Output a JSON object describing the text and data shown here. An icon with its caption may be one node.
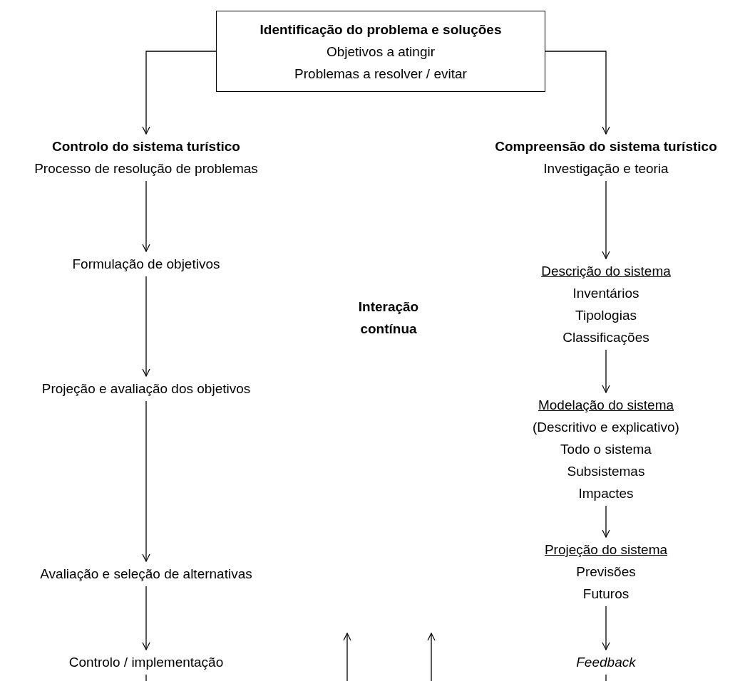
{
  "diagram": {
    "nodes": [
      {
        "text": [
          "Identificação do problema e soluções",
          "Objetivos a atingir",
          "Problemas a resolver / evitar"
        ]
      },
      {
        "text": [
          "Controlo do sistema turístico",
          "Processo de resolução de problemas"
        ]
      },
      {
        "text": [
          "Compreensão do sistema turístico",
          "Investigação e teoria"
        ]
      },
      {
        "text": [
          "Formulação de objetivos"
        ]
      },
      {
        "text": [
          "Descrição do sistema",
          "Inventários",
          "Tipologias",
          "Classificações"
        ]
      },
      {
        "text": [
          "Interação contínua"
        ]
      },
      {
        "text": [
          "Projeção e avaliação dos objetivos"
        ]
      },
      {
        "text": [
          "Modelação do sistema",
          "(Descritivo e explicativo)",
          "Todo o sistema",
          "Subsistemas",
          "Impactes"
        ]
      },
      {
        "text": [
          "Avaliação e seleção de alternativas"
        ]
      },
      {
        "text": [
          "Projeção do sistema",
          "Previsões",
          "Futuros"
        ]
      },
      {
        "text": [
          "Controlo / implementação"
        ]
      },
      {
        "text": [
          "Feedback"
        ]
      }
    ],
    "edges": [
      {
        "from": 0,
        "to": 1,
        "arrow": "to"
      },
      {
        "from": 0,
        "to": 2,
        "arrow": "to"
      },
      {
        "from": 1,
        "to": 3,
        "arrow": "to"
      },
      {
        "from": 3,
        "to": 6,
        "arrow": "to"
      },
      {
        "from": 6,
        "to": 8,
        "arrow": "to"
      },
      {
        "from": 8,
        "to": 10,
        "arrow": "to"
      },
      {
        "from": 2,
        "to": 4,
        "arrow": "to"
      },
      {
        "from": 4,
        "to": 7,
        "arrow": "to"
      },
      {
        "from": 7,
        "to": 9,
        "arrow": "to"
      },
      {
        "from": 9,
        "to": 11,
        "arrow": "to"
      },
      {
        "from": 10,
        "to": null,
        "arrow": "none"
      },
      {
        "from": 11,
        "to": null,
        "arrow": "none"
      }
    ]
  }
}
